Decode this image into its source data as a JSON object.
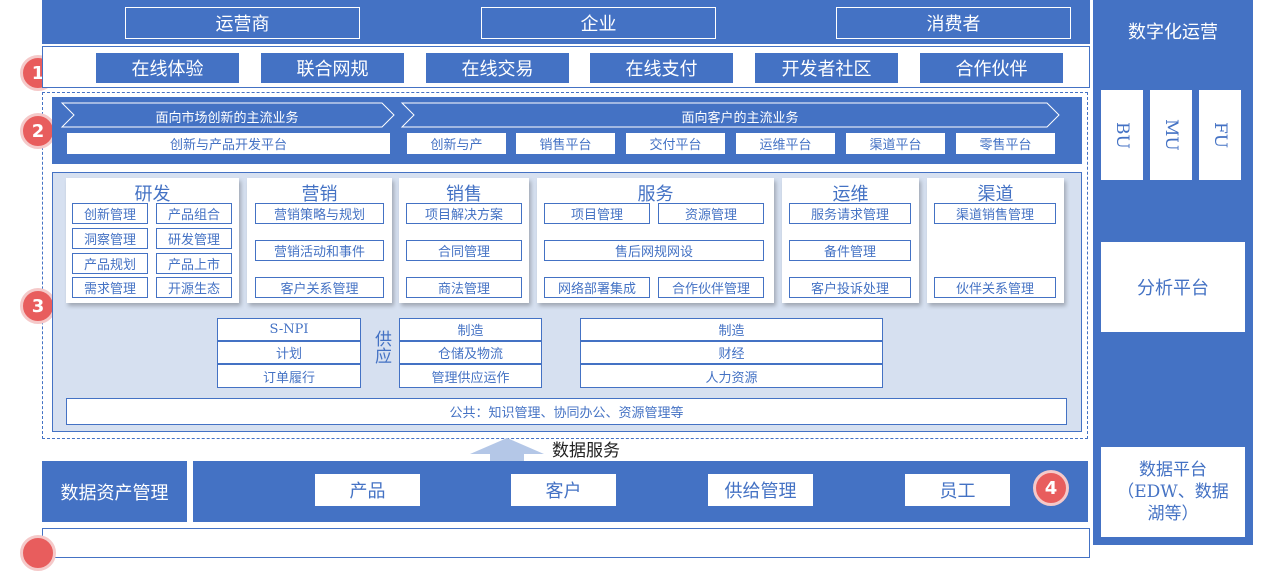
{
  "top_row": {
    "items": [
      "运营商",
      "企业",
      "消费者"
    ]
  },
  "right_panel": {
    "title": "数字化运营",
    "units": [
      "BU",
      "MU",
      "FU"
    ],
    "analysis": "分析平台",
    "data_platform": "数据平台（EDW、数据湖等）"
  },
  "row1": {
    "badge": "1",
    "items": [
      "在线体验",
      "联合网规",
      "在线交易",
      "在线支付",
      "开发者社区",
      "合作伙伴"
    ]
  },
  "row2": {
    "badge": "2",
    "left_header": "面向市场创新的主流业务",
    "right_header": "面向客户的主流业务",
    "left_platform": "创新与产品开发平台",
    "right_platforms": [
      "创新与产",
      "销售平台",
      "交付平台",
      "运维平台",
      "渠道平台",
      "零售平台"
    ]
  },
  "row3": {
    "badge": "3",
    "cards": [
      {
        "title": "研发",
        "items": [
          "创新管理",
          "产品组合",
          "洞察管理",
          "研发管理",
          "产品规划",
          "产品上市",
          "需求管理",
          "开源生态"
        ]
      },
      {
        "title": "营销",
        "items": [
          "营销策略与规划",
          "营销活动和事件",
          "客户关系管理"
        ]
      },
      {
        "title": "销售",
        "items": [
          "项目解决方案",
          "合同管理",
          "商法管理"
        ]
      },
      {
        "title": "服务",
        "items": [
          "项目管理",
          "资源管理",
          "售后网规网设",
          "网络部署集成",
          "合作伙伴管理"
        ]
      },
      {
        "title": "运维",
        "items": [
          "服务请求管理",
          "备件管理",
          "客户投诉处理"
        ]
      },
      {
        "title": "渠道",
        "items": [
          "渠道销售管理",
          "伙伴关系管理"
        ]
      }
    ],
    "supply_label": "供应",
    "supply_left": [
      "S-NPI",
      "计划",
      "订单履行"
    ],
    "supply_mid": [
      "制造",
      "仓储及物流",
      "管理供应运作"
    ],
    "support": [
      "制造",
      "财经",
      "人力资源"
    ],
    "common": "公共：知识管理、协同办公、资源管理等"
  },
  "row4": {
    "badge": "4",
    "data_service": "数据服务",
    "asset_mgmt": "数据资产管理",
    "items": [
      "产品",
      "客户",
      "供给管理",
      "员工"
    ]
  }
}
